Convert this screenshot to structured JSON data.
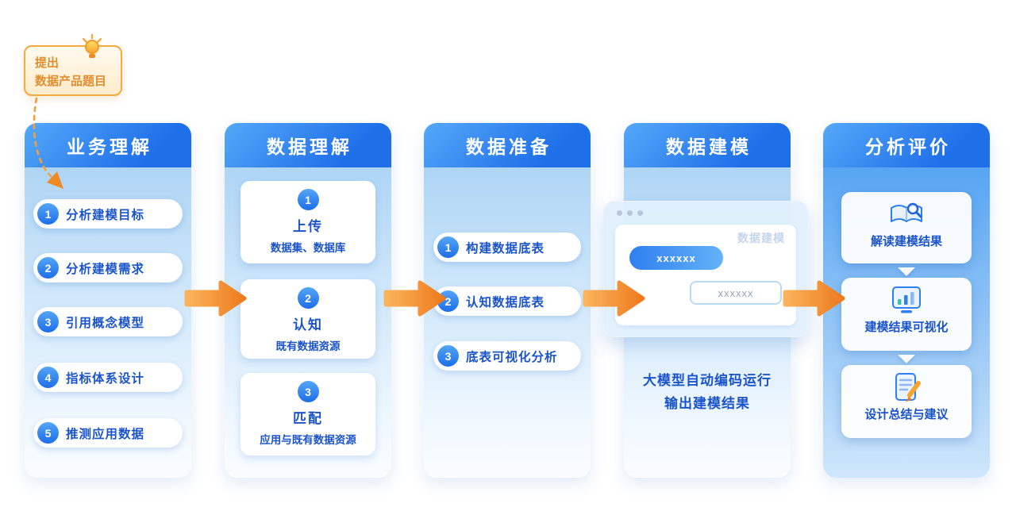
{
  "callout": {
    "line1": "提出",
    "line2": "数据产品题目",
    "icon": "lightbulb-icon"
  },
  "columns": [
    {
      "title": "业务理解",
      "items": [
        {
          "num": "1",
          "label": "分析建模目标"
        },
        {
          "num": "2",
          "label": "分析建模需求"
        },
        {
          "num": "3",
          "label": "引用概念模型"
        },
        {
          "num": "4",
          "label": "指标体系设计"
        },
        {
          "num": "5",
          "label": "推测应用数据"
        }
      ]
    },
    {
      "title": "数据理解",
      "cards": [
        {
          "num": "1",
          "title": "上传",
          "subtitle": "数据集、数据库"
        },
        {
          "num": "2",
          "title": "认知",
          "subtitle": "既有数据资源"
        },
        {
          "num": "3",
          "title": "匹配",
          "subtitle": "应用与既有数据资源"
        }
      ]
    },
    {
      "title": "数据准备",
      "items": [
        {
          "num": "1",
          "label": "构建数据底表"
        },
        {
          "num": "2",
          "label": "认知数据底表"
        },
        {
          "num": "3",
          "label": "底表可视化分析"
        }
      ]
    },
    {
      "title": "数据建模",
      "window": {
        "label": "数据建模",
        "button_text": "xxxxxx",
        "input_text": "xxxxxx"
      },
      "caption_line1": "大模型自动编码运行",
      "caption_line2": "输出建模结果"
    },
    {
      "title": "分析评价",
      "cards": [
        {
          "icon": "book-magnifier-icon",
          "label": "解读建模结果"
        },
        {
          "icon": "chart-screen-icon",
          "label": "建模结果可视化"
        },
        {
          "icon": "document-pen-icon",
          "label": "设计总结与建议"
        }
      ]
    }
  ],
  "colors": {
    "header_blue": "#2b7cec",
    "body_blue_light": "#bcdcf7",
    "accent_orange": "#f08426",
    "text_blue": "#1b54c9",
    "callout_orange": "#e08e2f"
  }
}
